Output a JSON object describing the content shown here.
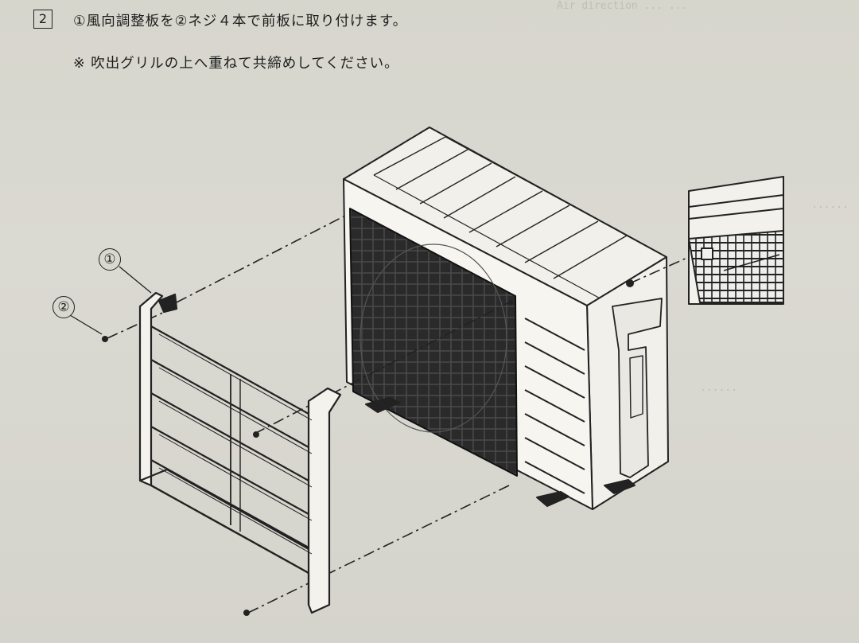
{
  "step": {
    "number": "2",
    "line1": "①風向調整板を②ネジ４本で前板に取り付けます。",
    "line2": "※ 吹出グリルの上へ重ねて共締めしてください。"
  },
  "callouts": [
    {
      "label": "①"
    },
    {
      "label": "②"
    }
  ],
  "colors": {
    "paper": "#d9d8d0",
    "ink": "#1c1c1c"
  }
}
